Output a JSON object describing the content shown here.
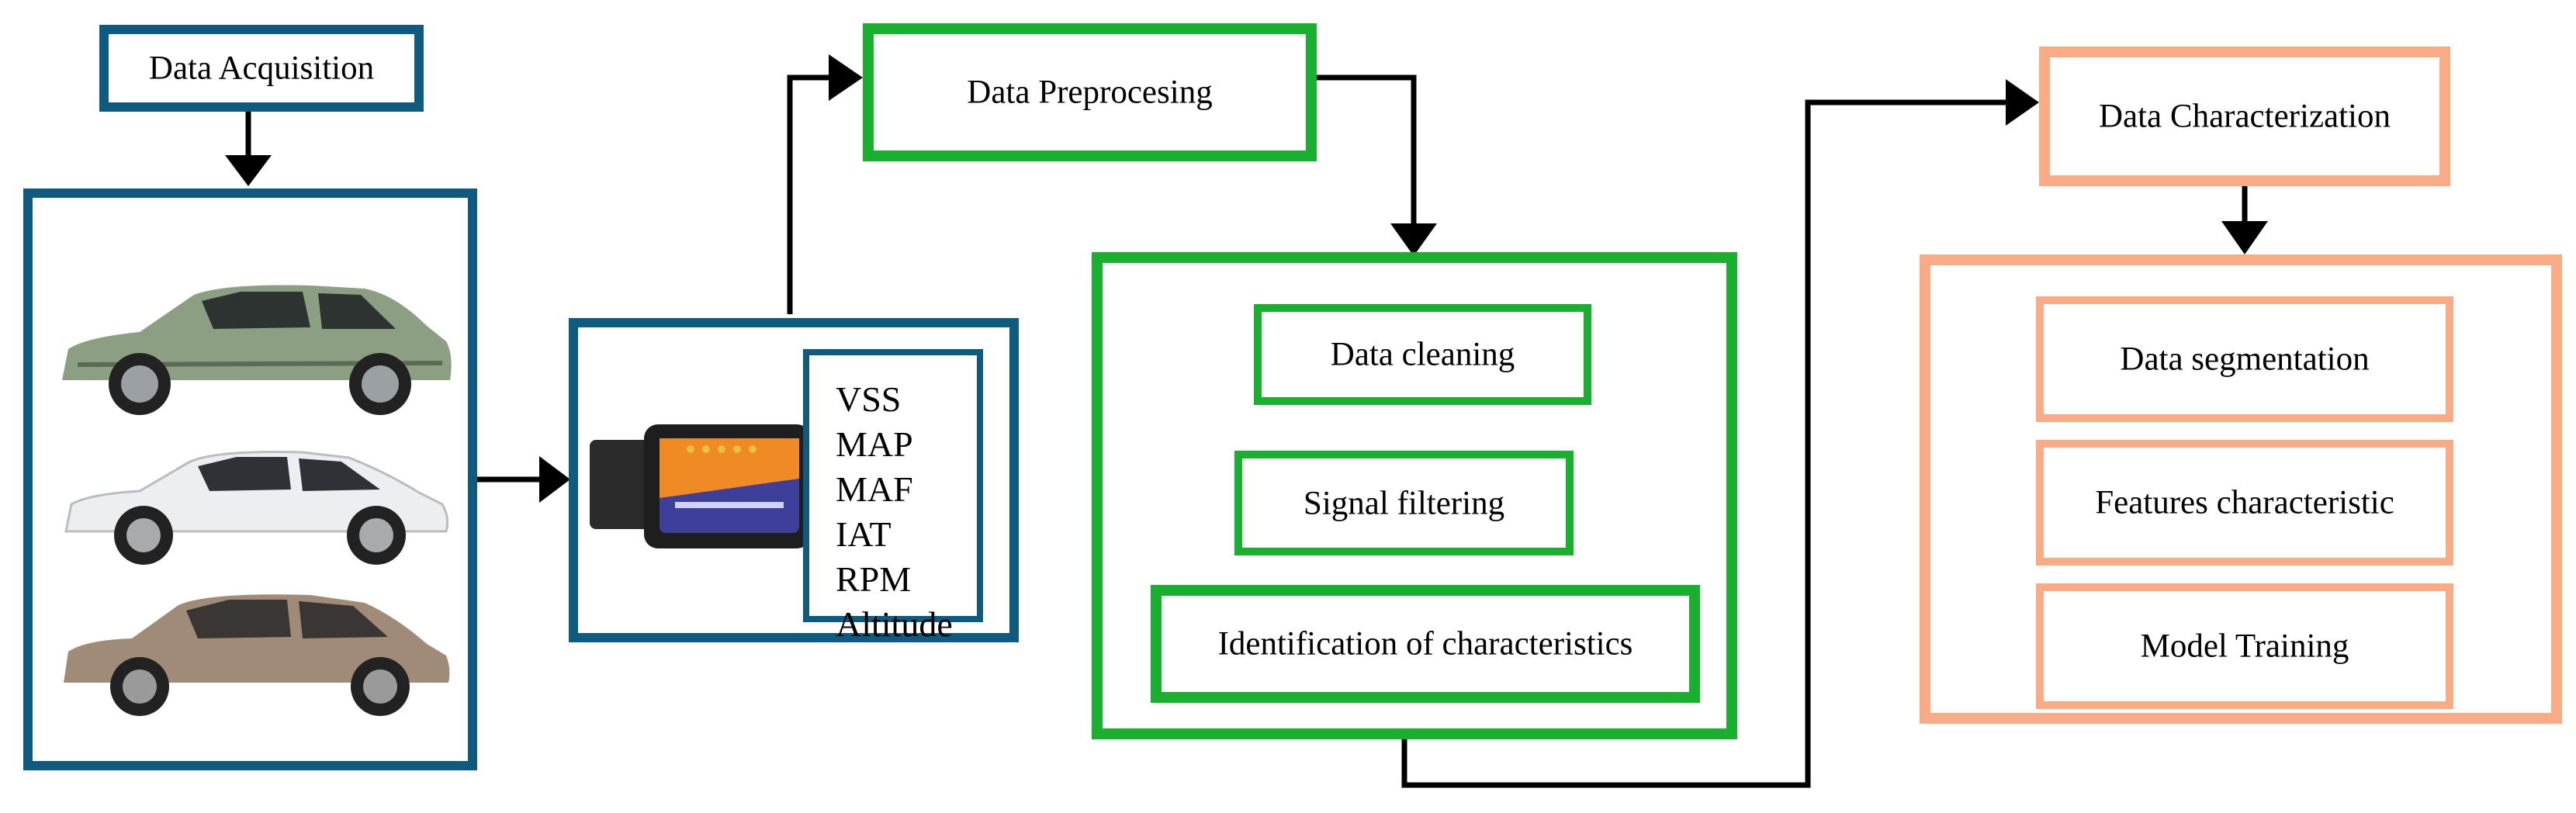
{
  "acquisition": {
    "title": "Data Acquisition",
    "signals": [
      "VSS",
      "MAP",
      "MAF",
      "IAT",
      "RPM",
      "Altitude"
    ]
  },
  "preprocessing": {
    "title": "Data Preprocesing",
    "steps": [
      "Data cleaning",
      "Signal filtering",
      "Identification of characteristics"
    ]
  },
  "characterization": {
    "title": "Data Characterization",
    "steps": [
      "Data segmentation",
      "Features characteristic",
      "Model Training"
    ]
  },
  "colors": {
    "acquisition": "#0f5b80",
    "preprocessing": "#18b02e",
    "characterization": "#f8ab85",
    "arrows": "#000000"
  },
  "images": {
    "vehicles": [
      "green-suv",
      "white-hatchback",
      "bronze-hatchback"
    ],
    "device": "obd2-elm327-scanner"
  }
}
